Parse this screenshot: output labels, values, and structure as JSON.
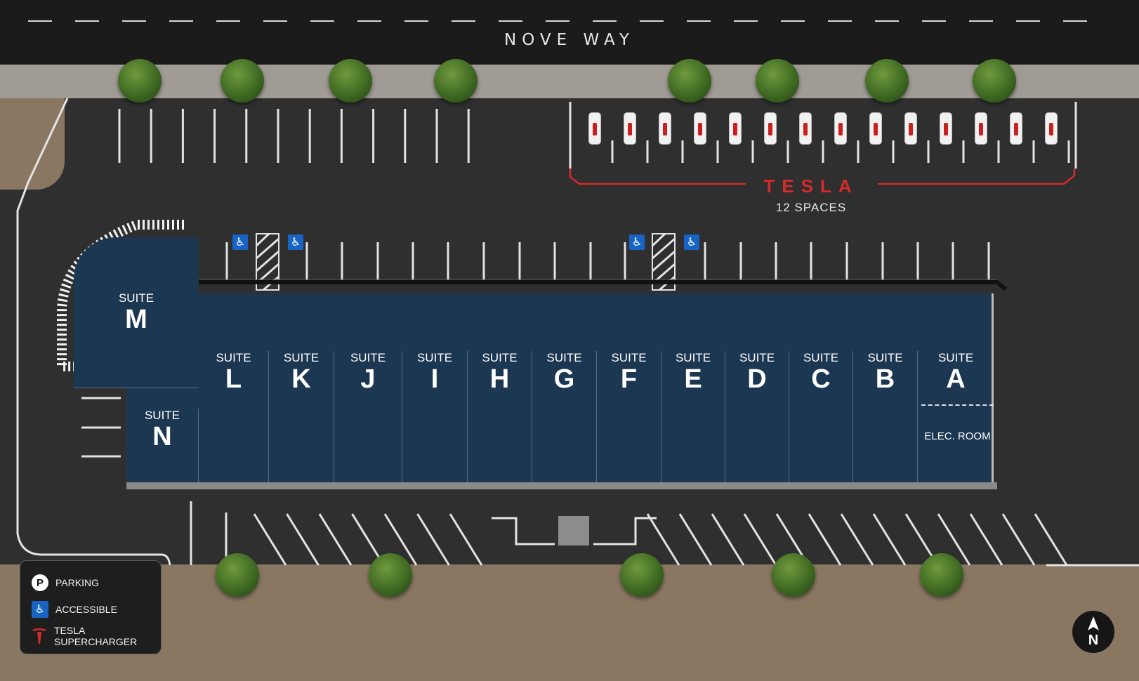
{
  "road": {
    "name": "NOVE WAY"
  },
  "tesla": {
    "brand": "TESLA",
    "count_label": "12 SPACES",
    "charger_count": 14,
    "color": "#d42b2b"
  },
  "building": {
    "color": "#1c3752",
    "suite_word": "SUITE",
    "suites": [
      {
        "id": "M"
      },
      {
        "id": "N"
      },
      {
        "id": "L"
      },
      {
        "id": "K"
      },
      {
        "id": "J"
      },
      {
        "id": "I"
      },
      {
        "id": "H"
      },
      {
        "id": "G"
      },
      {
        "id": "F"
      },
      {
        "id": "E"
      },
      {
        "id": "D"
      },
      {
        "id": "C"
      },
      {
        "id": "B"
      },
      {
        "id": "A"
      }
    ],
    "elec_room": "ELEC. ROOM"
  },
  "legend": {
    "items": [
      {
        "icon": "parking-icon",
        "glyph": "P",
        "label": "PARKING"
      },
      {
        "icon": "accessible-icon",
        "glyph": "♿",
        "label": "ACCESSIBLE"
      },
      {
        "icon": "tesla-supercharger-icon",
        "glyph": "T",
        "label": "TESLA SUPERCHARGER"
      }
    ]
  },
  "compass": {
    "label": "N"
  },
  "accessible_color": "#1864c4"
}
